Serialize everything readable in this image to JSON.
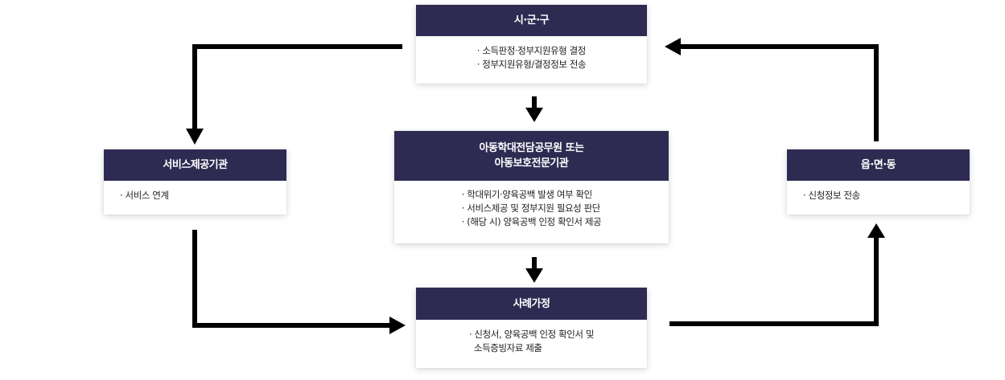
{
  "boxes": {
    "sigungu": {
      "title": "시·군·구",
      "lines": [
        "· 소득판정·정부지원유형 결정",
        "· 정부지원유형/결정정보 전송"
      ]
    },
    "agency": {
      "title": "아동학대전담공무원 또는\n아동보호전문기관",
      "lines": [
        "· 학대위기·양육공백 발생 여부 확인",
        "· 서비스제공 및 정부지원 필요성 판단",
        "· (해당 시) 양육공백 인정 확인서 제공"
      ]
    },
    "family": {
      "title": "사례가정",
      "lines": [
        "· 신청서, 양육공백 인정 확인서 및",
        "소득증빙자료 제출"
      ]
    },
    "provider": {
      "title": "서비스제공기관",
      "lines": [
        "· 서비스 연계"
      ]
    },
    "eupmyeondong": {
      "title": "읍·면·동",
      "lines": [
        "· 신청정보 전송"
      ]
    }
  },
  "colors": {
    "header_bg": "#2e2b52",
    "arrow": "#000000"
  }
}
